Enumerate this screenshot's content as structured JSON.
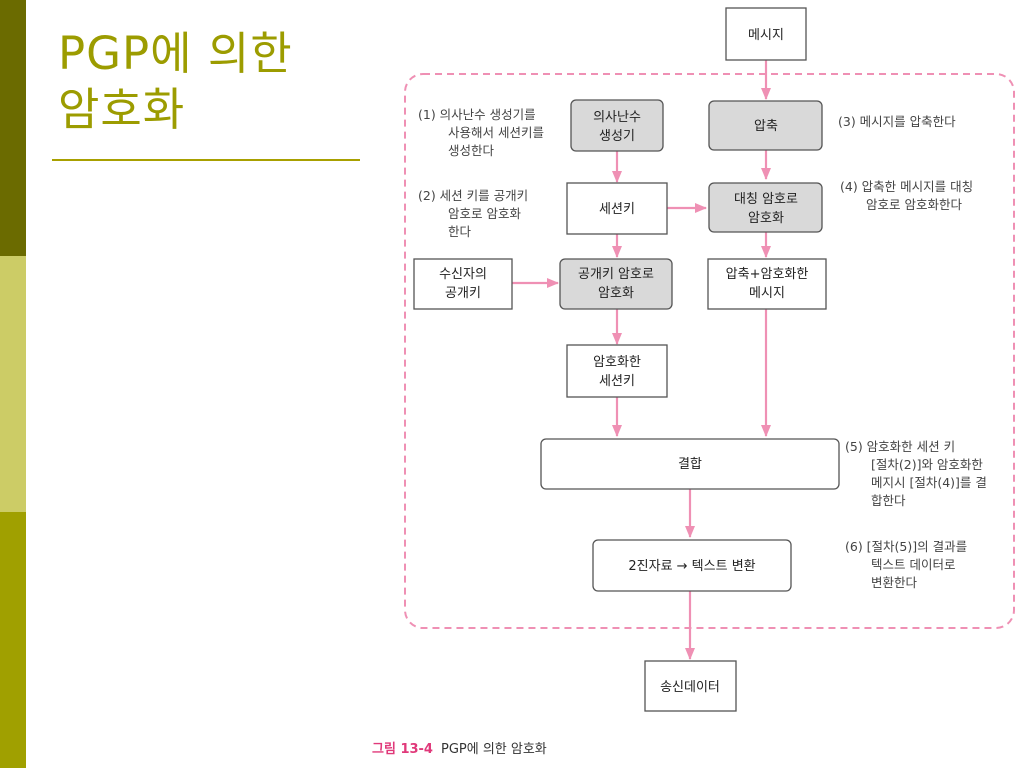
{
  "title": {
    "line1": "PGP에 의한",
    "line2": "암호화"
  },
  "colors": {
    "title": "#9c9c00",
    "arrow": "#ef90b4",
    "sidebar": [
      "#6b6b00",
      "#cccc66",
      "#a0a000"
    ]
  },
  "boxes": {
    "message": [
      "메시지"
    ],
    "rng": [
      "의사난수",
      "생성기"
    ],
    "compress": [
      "압축"
    ],
    "session_key": [
      "세션키"
    ],
    "symmetric": [
      "대칭 암호로",
      "암호화"
    ],
    "recipient_key": [
      "수신자의",
      "공개키"
    ],
    "pubkey_encrypt": [
      "공개키 암호로",
      "암호화"
    ],
    "compressed_msg": [
      "압축+암호화한",
      "메시지"
    ],
    "enc_session_key": [
      "암호화한",
      "세션키"
    ],
    "combine": [
      "결합"
    ],
    "to_text": [
      "2진자료 → 텍스트 변환"
    ],
    "output": [
      "송신데이터"
    ]
  },
  "annotations": {
    "a1": [
      "(1) 의사난수 생성기를",
      "사용해서 세션키를",
      "생성한다"
    ],
    "a2": [
      "(2) 세션 키를 공개키",
      "암호로 암호화",
      "한다"
    ],
    "a3": [
      "(3) 메시지를 압축한다"
    ],
    "a4": [
      "(4) 압축한 메시지를 대칭",
      "암호로 암호화한다"
    ],
    "a5": [
      "(5) 암호화한 세션 키",
      "[절차(2)]와 암호화한",
      "메지시 [절차(4)]를 결",
      "합한다"
    ],
    "a6": [
      "(6) [절차(5)]의 결과를",
      "텍스트 데이터로",
      "변환한다"
    ]
  },
  "caption": {
    "label": "그림 13-4",
    "text": "PGP에 의한 암호화"
  }
}
